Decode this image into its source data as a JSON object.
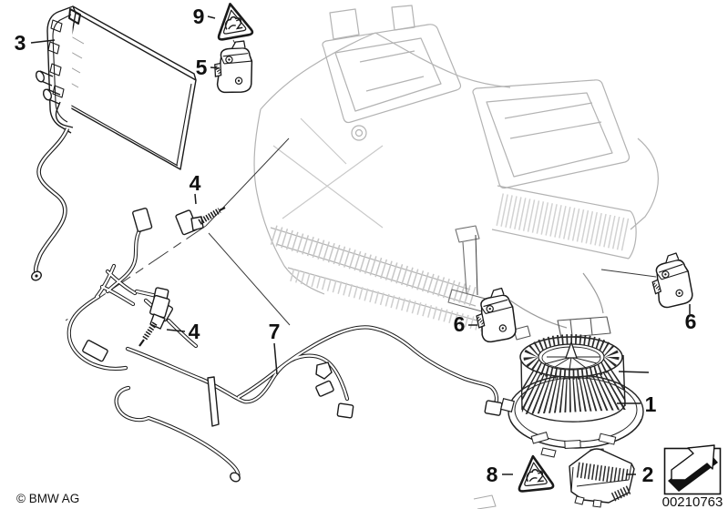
{
  "diagram": {
    "copyright": "© BMW AG",
    "image_number": "00210763"
  },
  "callouts": {
    "c1": "1",
    "c2": "2",
    "c3": "3",
    "c4a": "4",
    "c4b": "4",
    "c5": "5",
    "c6a": "6",
    "c6b": "6",
    "c7": "7",
    "c8": "8",
    "c9": "9"
  },
  "colors": {
    "line": "#1a1a1a",
    "context_gray": "#b3b3b3",
    "background": "#ffffff"
  }
}
